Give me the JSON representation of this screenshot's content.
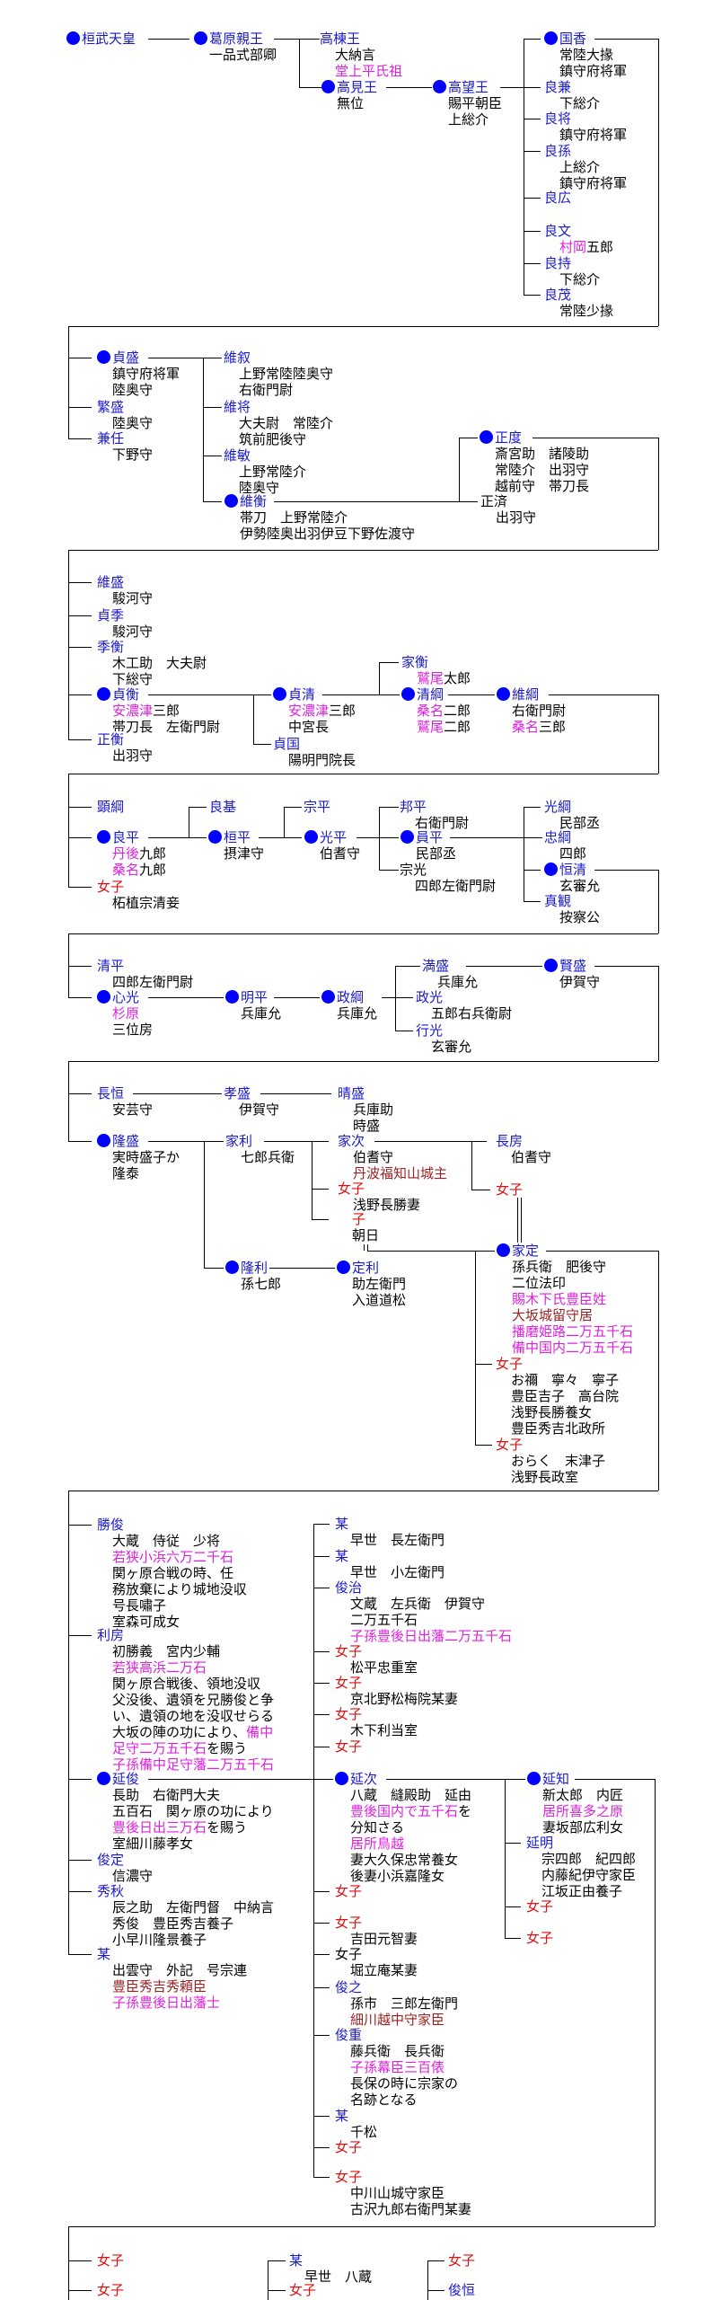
{
  "title": "桓武平氏 系図",
  "colors": {
    "name": "#1a1acc",
    "main_line_dot": "#0000ff",
    "female": "#dd1111",
    "place": "#dd22dd",
    "office": "#992222"
  },
  "nodes": [
    {
      "name": "桓武天皇",
      "style": "b",
      "dot": true,
      "notes": []
    },
    {
      "name": "葛原親王",
      "style": "b",
      "dot": true,
      "notes": [
        [
          "一品式部卿"
        ]
      ]
    },
    {
      "name": "高棟王",
      "style": "b",
      "notes": [
        [
          "大納言"
        ],
        [
          [
            "堂上平氏祖",
            "m"
          ]
        ]
      ]
    },
    {
      "name": "高見王",
      "style": "b",
      "dot": true,
      "notes": [
        [
          "無位"
        ]
      ]
    },
    {
      "name": "高望王",
      "style": "b",
      "dot": true,
      "notes": [
        [
          "賜平朝臣"
        ],
        [
          "上総介"
        ]
      ]
    },
    {
      "name": "国香",
      "style": "b",
      "dot": true,
      "notes": [
        [
          "常陸大掾"
        ],
        [
          "鎮守府将軍"
        ]
      ]
    },
    {
      "name": "良兼",
      "style": "b",
      "notes": [
        [
          "下総介"
        ]
      ]
    },
    {
      "name": "良将",
      "style": "b",
      "notes": [
        [
          "鎮守府将軍"
        ]
      ]
    },
    {
      "name": "良孫",
      "style": "b",
      "notes": [
        [
          "上総介"
        ],
        [
          "鎮守府将軍"
        ]
      ]
    },
    {
      "name": "良広",
      "style": "b",
      "notes": []
    },
    {
      "name": "良文",
      "style": "b",
      "notes": [
        [
          [
            "村岡",
            "m"
          ],
          "五郎"
        ]
      ]
    },
    {
      "name": "良持",
      "style": "b",
      "notes": [
        [
          "下総介"
        ]
      ]
    },
    {
      "name": "良茂",
      "style": "b",
      "notes": [
        [
          "常陸少掾"
        ]
      ]
    },
    {
      "name": "貞盛",
      "style": "b",
      "dot": true,
      "notes": [
        [
          "鎮守府将軍"
        ],
        [
          "陸奥守"
        ]
      ]
    },
    {
      "name": "繁盛",
      "style": "b",
      "notes": [
        [
          "陸奥守"
        ]
      ]
    },
    {
      "name": "兼任",
      "style": "b",
      "notes": [
        [
          "下野守"
        ]
      ]
    },
    {
      "name": "維叙",
      "style": "b",
      "notes": [
        [
          "上野常陸陸奥守"
        ],
        [
          "右衛門尉"
        ]
      ]
    },
    {
      "name": "維将",
      "style": "b",
      "notes": [
        [
          "大夫尉　常陸介"
        ],
        [
          "筑前肥後守"
        ]
      ]
    },
    {
      "name": "維敏",
      "style": "b",
      "notes": [
        [
          "上野常陸介"
        ],
        [
          "陸奥守"
        ]
      ]
    },
    {
      "name": "維衡",
      "style": "b",
      "dot": true,
      "notes": [
        [
          "帯刀　上野常陸介"
        ],
        [
          "伊勢陸奥出羽伊豆下野佐渡守"
        ]
      ]
    },
    {
      "name": "正度",
      "style": "b",
      "dot": true,
      "notes": [
        [
          "斎宮助　諸陵助"
        ],
        [
          "常陸介　出羽守"
        ],
        [
          "越前守　帯刀長"
        ]
      ]
    },
    {
      "name": "正済",
      "style": "k",
      "notes": [
        [
          "出羽守"
        ]
      ]
    },
    {
      "name": "維盛",
      "style": "b",
      "notes": [
        [
          "駿河守"
        ]
      ]
    },
    {
      "name": "貞季",
      "style": "b",
      "notes": [
        [
          "駿河守"
        ]
      ]
    },
    {
      "name": "季衡",
      "style": "b",
      "notes": [
        [
          "木工助　大夫尉"
        ],
        [
          "下総守"
        ]
      ]
    },
    {
      "name": "貞衡",
      "style": "b",
      "dot": true,
      "notes": [
        [
          [
            "安濃津",
            "m"
          ],
          "三郎"
        ],
        [
          "帯刀長　左衛門尉"
        ]
      ]
    },
    {
      "name": "正衡",
      "style": "b",
      "notes": [
        [
          "出羽守"
        ]
      ]
    },
    {
      "name": "貞清",
      "style": "b",
      "dot": true,
      "notes": [
        [
          [
            "安濃津",
            "m"
          ],
          "三郎"
        ],
        [
          "中宮長"
        ]
      ]
    },
    {
      "name": "貞国",
      "style": "b",
      "notes": [
        [
          "陽明門院長"
        ]
      ]
    },
    {
      "name": "家衡",
      "style": "b",
      "notes": [
        [
          [
            "鷲尾",
            "m"
          ],
          "太郎"
        ]
      ]
    },
    {
      "name": "清綱",
      "style": "b",
      "dot": true,
      "notes": [
        [
          [
            "桑名",
            "m"
          ],
          "二郎"
        ],
        [
          [
            "鷲尾",
            "m"
          ],
          "二郎"
        ]
      ]
    },
    {
      "name": "維綱",
      "style": "b",
      "dot": true,
      "notes": [
        [
          "右衛門尉"
        ],
        [
          [
            "桑名",
            "m"
          ],
          "三郎"
        ]
      ]
    },
    {
      "name": "顕綱",
      "style": "b",
      "notes": []
    },
    {
      "name": "良平",
      "style": "b",
      "dot": true,
      "notes": [
        [
          [
            "丹後",
            "m"
          ],
          "九郎"
        ],
        [
          [
            "桑名",
            "m"
          ],
          "九郎"
        ]
      ]
    },
    {
      "name": "女子",
      "style": "r",
      "notes": [
        [
          "柘植宗清妾"
        ]
      ]
    },
    {
      "name": "良基",
      "style": "b",
      "notes": []
    },
    {
      "name": "桓平",
      "style": "b",
      "dot": true,
      "notes": [
        [
          "摂津守"
        ]
      ]
    },
    {
      "name": "宗平",
      "style": "b",
      "notes": []
    },
    {
      "name": "光平",
      "style": "b",
      "dot": true,
      "notes": [
        [
          "伯耆守"
        ]
      ]
    },
    {
      "name": "邦平",
      "style": "b",
      "notes": [
        [
          "右衛門尉"
        ]
      ]
    },
    {
      "name": "員平",
      "style": "b",
      "dot": true,
      "notes": [
        [
          "民部丞"
        ]
      ]
    },
    {
      "name": "宗光",
      "style": "k",
      "notes": [
        [
          "四郎左衛門尉"
        ]
      ]
    },
    {
      "name": "光綱",
      "style": "b",
      "notes": [
        [
          "民部丞"
        ]
      ]
    },
    {
      "name": "忠綱",
      "style": "b",
      "notes": [
        [
          "四郎"
        ]
      ]
    },
    {
      "name": "恒清",
      "style": "b",
      "dot": true,
      "notes": [
        [
          "玄審允"
        ]
      ]
    },
    {
      "name": "真観",
      "style": "b",
      "notes": [
        [
          "按察公"
        ]
      ]
    },
    {
      "name": "清平",
      "style": "b",
      "notes": [
        [
          "四郎左衛門尉"
        ]
      ]
    },
    {
      "name": "心光",
      "style": "b",
      "dot": true,
      "notes": [
        [
          [
            "杉原",
            "m"
          ]
        ],
        [
          "三位房"
        ]
      ]
    },
    {
      "name": "明平",
      "style": "b",
      "dot": true,
      "notes": [
        [
          "兵庫允"
        ]
      ]
    },
    {
      "name": "政綱",
      "style": "b",
      "dot": true,
      "notes": [
        [
          "兵庫允"
        ]
      ]
    },
    {
      "name": "満盛",
      "style": "b",
      "notes": [
        [
          "兵庫允"
        ]
      ]
    },
    {
      "name": "政光",
      "style": "b",
      "notes": [
        [
          "五郎右兵衛尉"
        ]
      ]
    },
    {
      "name": "行光",
      "style": "b",
      "notes": [
        [
          "玄審允"
        ]
      ]
    },
    {
      "name": "賢盛",
      "style": "b",
      "dot": true,
      "notes": [
        [
          "伊賀守"
        ]
      ]
    },
    {
      "name": "長恒",
      "style": "b",
      "notes": [
        [
          "安芸守"
        ]
      ]
    },
    {
      "name": "隆盛",
      "style": "b",
      "dot": true,
      "notes": [
        [
          "実時盛子か"
        ],
        [
          "隆泰"
        ]
      ]
    },
    {
      "name": "孝盛",
      "style": "b",
      "notes": [
        [
          "伊賀守"
        ]
      ]
    },
    {
      "name": "晴盛",
      "style": "b",
      "notes": [
        [
          "兵庫助"
        ],
        [
          "時盛"
        ]
      ]
    },
    {
      "name": "家利",
      "style": "b",
      "notes": [
        [
          "七郎兵衛"
        ]
      ]
    },
    {
      "name": "隆利",
      "style": "b",
      "dot": true,
      "notes": [
        [
          "孫七郎"
        ]
      ]
    },
    {
      "name": "家次",
      "style": "b",
      "notes": [
        [
          "伯耆守"
        ],
        [
          [
            "丹波福知山城主",
            "d"
          ]
        ]
      ]
    },
    {
      "name": "女子",
      "style": "r",
      "notes": [
        [
          "浅野長勝妻"
        ]
      ]
    },
    {
      "name": "子",
      "style": "r",
      "notes": [
        [
          "朝日"
        ]
      ]
    },
    {
      "name": "長房",
      "style": "b",
      "notes": [
        [
          "伯耆守"
        ]
      ]
    },
    {
      "name": "女子",
      "style": "r",
      "notes": []
    },
    {
      "name": "定利",
      "style": "b",
      "dot": true,
      "notes": [
        [
          "助左衛門"
        ],
        [
          "入道道松"
        ]
      ]
    },
    {
      "name": "家定",
      "style": "b",
      "dot": true,
      "notes": [
        [
          "孫兵衛　肥後守"
        ],
        [
          "二位法印"
        ],
        [
          [
            "賜木下氏豊臣姓",
            "m"
          ]
        ],
        [
          [
            "大坂城留守居",
            "d"
          ]
        ],
        [
          [
            "播磨姫路二万五千石",
            "m"
          ]
        ],
        [
          [
            "備中国内二万五千石",
            "m"
          ]
        ]
      ]
    },
    {
      "name": "女子",
      "style": "r",
      "notes": [
        [
          "お禰　寧々　寧子"
        ],
        [
          "豊臣吉子　高台院"
        ],
        [
          "浅野長勝養女"
        ],
        [
          "豊臣秀吉北政所"
        ]
      ]
    },
    {
      "name": "女子",
      "style": "r",
      "notes": [
        [
          "おらく　末津子"
        ],
        [
          "浅野長政室"
        ]
      ]
    },
    {
      "name": "勝俊",
      "style": "b",
      "notes": [
        [
          "大蔵　侍従　少将"
        ],
        [
          [
            "若狭小浜六万二千石",
            "m"
          ]
        ],
        [
          "関ヶ原合戦の時、任"
        ],
        [
          "務放棄により城地没収"
        ],
        [
          "号長嘯子"
        ],
        [
          "室森可成女"
        ]
      ]
    },
    {
      "name": "利房",
      "style": "b",
      "notes": [
        [
          "初勝義　宮内少輔"
        ],
        [
          [
            "若狭高浜二万石",
            "m"
          ]
        ],
        [
          "関ヶ原合戦後、領地没収"
        ],
        [
          "父没後、遺領を兄勝俊と争"
        ],
        [
          "い、遺領の地を没収せらる"
        ],
        [
          "大坂の陣の功により、",
          [
            "備中",
            "m"
          ]
        ],
        [
          [
            "足守二万五千石",
            "m"
          ],
          "を賜う"
        ],
        [
          [
            "子孫備中足守藩二万五千石",
            "m"
          ]
        ]
      ]
    },
    {
      "name": "延俊",
      "style": "b",
      "dot": true,
      "notes": [
        [
          "長助　右衛門大夫"
        ],
        [
          "五百石　関ヶ原の功により"
        ],
        [
          [
            "豊後日出三万石",
            "m"
          ],
          "を賜う"
        ],
        [
          "室細川藤孝女"
        ]
      ]
    },
    {
      "name": "俊定",
      "style": "b",
      "notes": [
        [
          "信濃守"
        ]
      ]
    },
    {
      "name": "秀秋",
      "style": "b",
      "notes": [
        [
          "辰之助　左衛門督　中納言"
        ],
        [
          "秀俊　豊臣秀吉養子"
        ],
        [
          "小早川隆景養子"
        ]
      ]
    },
    {
      "name": "某",
      "style": "b",
      "notes": [
        [
          "出雲守　外記　号宗連"
        ],
        [
          [
            "豊臣秀吉秀頼臣",
            "d"
          ]
        ],
        [
          [
            "子孫豊後日出藩士",
            "m"
          ]
        ]
      ]
    },
    {
      "name": "某",
      "style": "b",
      "notes": [
        [
          "早世　長左衛門"
        ]
      ]
    },
    {
      "name": "某",
      "style": "b",
      "notes": [
        [
          "早世　小左衛門"
        ]
      ]
    },
    {
      "name": "俊治",
      "style": "b",
      "notes": [
        [
          "文蔵　左兵衛　伊賀守"
        ],
        [
          "二万五千石"
        ],
        [
          [
            "子孫豊後日出藩二万五千石",
            "m"
          ]
        ]
      ]
    },
    {
      "name": "女子",
      "style": "r",
      "notes": [
        [
          "松平忠重室"
        ]
      ]
    },
    {
      "name": "女子",
      "style": "r",
      "notes": [
        [
          "京北野松梅院某妻"
        ]
      ]
    },
    {
      "name": "女子",
      "style": "r",
      "notes": [
        [
          "木下利当室"
        ]
      ]
    },
    {
      "name": "女子",
      "style": "r",
      "notes": []
    },
    {
      "name": "延次",
      "style": "b",
      "dot": true,
      "notes": [
        [
          "八蔵　縫殿助　延由"
        ],
        [
          [
            "豊後国内で五千石",
            "m"
          ],
          "を"
        ],
        [
          "分知さる"
        ],
        [
          [
            "居所鳥越",
            "m"
          ]
        ],
        [
          "妻大久保忠常養女"
        ],
        [
          "後妻小浜嘉隆女"
        ]
      ]
    },
    {
      "name": "女子",
      "style": "r",
      "notes": []
    },
    {
      "name": "女子",
      "style": "r",
      "notes": [
        [
          "吉田元智妻"
        ]
      ]
    },
    {
      "name": "女子",
      "style": "k",
      "notes": [
        [
          "堀立庵某妻"
        ]
      ]
    },
    {
      "name": "俊之",
      "style": "b",
      "notes": [
        [
          "孫市　三郎左衛門"
        ],
        [
          [
            "細川越中守家臣",
            "d"
          ]
        ]
      ]
    },
    {
      "name": "俊重",
      "style": "b",
      "notes": [
        [
          "藤兵衛　長兵衛"
        ],
        [
          [
            "子孫幕臣三百俵",
            "m"
          ]
        ],
        [
          "長保の時に宗家の"
        ],
        [
          "名跡となる"
        ]
      ]
    },
    {
      "name": "某",
      "style": "b",
      "notes": [
        [
          "千松"
        ]
      ]
    },
    {
      "name": "女子",
      "style": "r",
      "notes": []
    },
    {
      "name": "女子",
      "style": "r",
      "notes": [
        [
          "中川山城守家臣"
        ],
        [
          "古沢九郎右衛門某妻"
        ]
      ]
    },
    {
      "name": "延知",
      "style": "b",
      "dot": true,
      "notes": [
        [
          "新太郎　内匠"
        ],
        [
          [
            "居所喜多之原",
            "m"
          ]
        ],
        [
          "妻坂部広利女"
        ]
      ]
    },
    {
      "name": "延明",
      "style": "b",
      "notes": [
        [
          "宗四郎　紀四郎"
        ],
        [
          "内藤紀伊守家臣"
        ],
        [
          "江坂正由養子"
        ]
      ]
    },
    {
      "name": "女子",
      "style": "r",
      "notes": []
    },
    {
      "name": "女子",
      "style": "r",
      "notes": []
    },
    {
      "name": "女子",
      "style": "r",
      "notes": []
    },
    {
      "name": "女子",
      "style": "r",
      "notes": []
    },
    {
      "name": "某",
      "style": "b",
      "notes": [
        [
          "早世　八蔵"
        ]
      ]
    },
    {
      "name": "女子",
      "style": "r",
      "notes": []
    },
    {
      "name": "女子",
      "style": "r",
      "notes": []
    },
    {
      "name": "俊恒",
      "style": "b",
      "notes": []
    }
  ]
}
